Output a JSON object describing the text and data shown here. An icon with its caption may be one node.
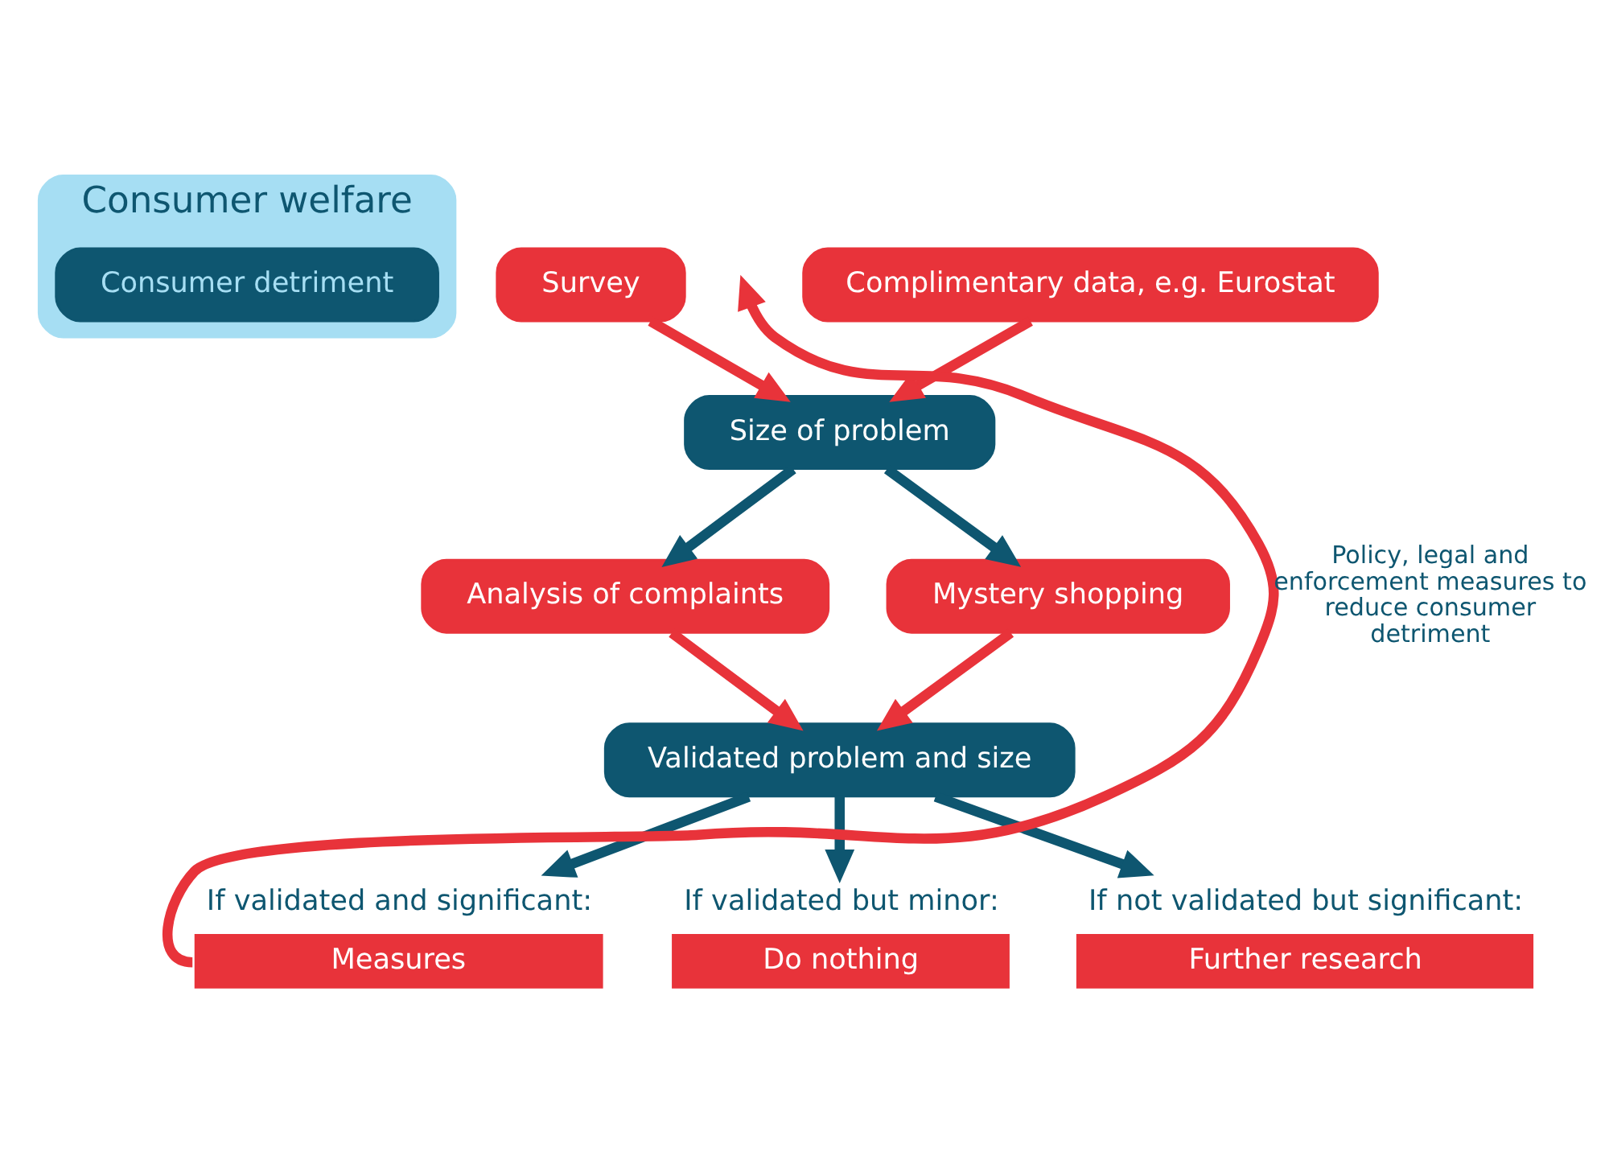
{
  "diagram": {
    "nodes": [
      {
        "text": [
          "Consumer welfare"
        ]
      },
      {
        "text": [
          "Consumer detriment"
        ],
        "in": 0
      },
      {
        "text": [
          "Survey"
        ]
      },
      {
        "text": [
          "Size of problem"
        ]
      },
      {
        "text": [
          "Complimentary data, e.g. Eurostat"
        ]
      },
      {
        "text": [
          "Analysis of complaints"
        ]
      },
      {
        "text": [
          "Mystery shopping"
        ]
      },
      {
        "text": [
          "Validated problem and size"
        ]
      },
      {
        "text": [
          "Measures"
        ],
        "beside": [
          "If validated and significant:"
        ]
      },
      {
        "text": [
          "Do nothing"
        ],
        "beside": [
          "If validated but minor:"
        ]
      },
      {
        "text": [
          "Further research"
        ],
        "beside": [
          "If not validated but significant:"
        ]
      }
    ],
    "edges": [
      {
        "from": 2,
        "to": 3,
        "arrow": "to",
        "color": "#e8333a"
      },
      {
        "from": 4,
        "to": 3,
        "arrow": "to",
        "color": "#e8333a"
      },
      {
        "from": 3,
        "to": 5,
        "arrow": "to",
        "color": "#0e5670"
      },
      {
        "from": 3,
        "to": 6,
        "arrow": "to",
        "color": "#0e5670"
      },
      {
        "from": 5,
        "to": 7,
        "arrow": "to",
        "color": "#e8333a"
      },
      {
        "from": 6,
        "to": 7,
        "arrow": "to",
        "color": "#e8333a"
      },
      {
        "from": 7,
        "to": 8,
        "arrow": "to",
        "color": "#0e5670"
      },
      {
        "from": 7,
        "to": 9,
        "arrow": "to",
        "color": "#0e5670"
      },
      {
        "from": 7,
        "to": 10,
        "arrow": "to",
        "color": "#0e5670"
      },
      {
        "from": 8,
        "to": null,
        "arrow": "to",
        "color": "#e8333a",
        "label": "Policy, legal and enforcement measures to reduce consumer detriment"
      }
    ]
  }
}
